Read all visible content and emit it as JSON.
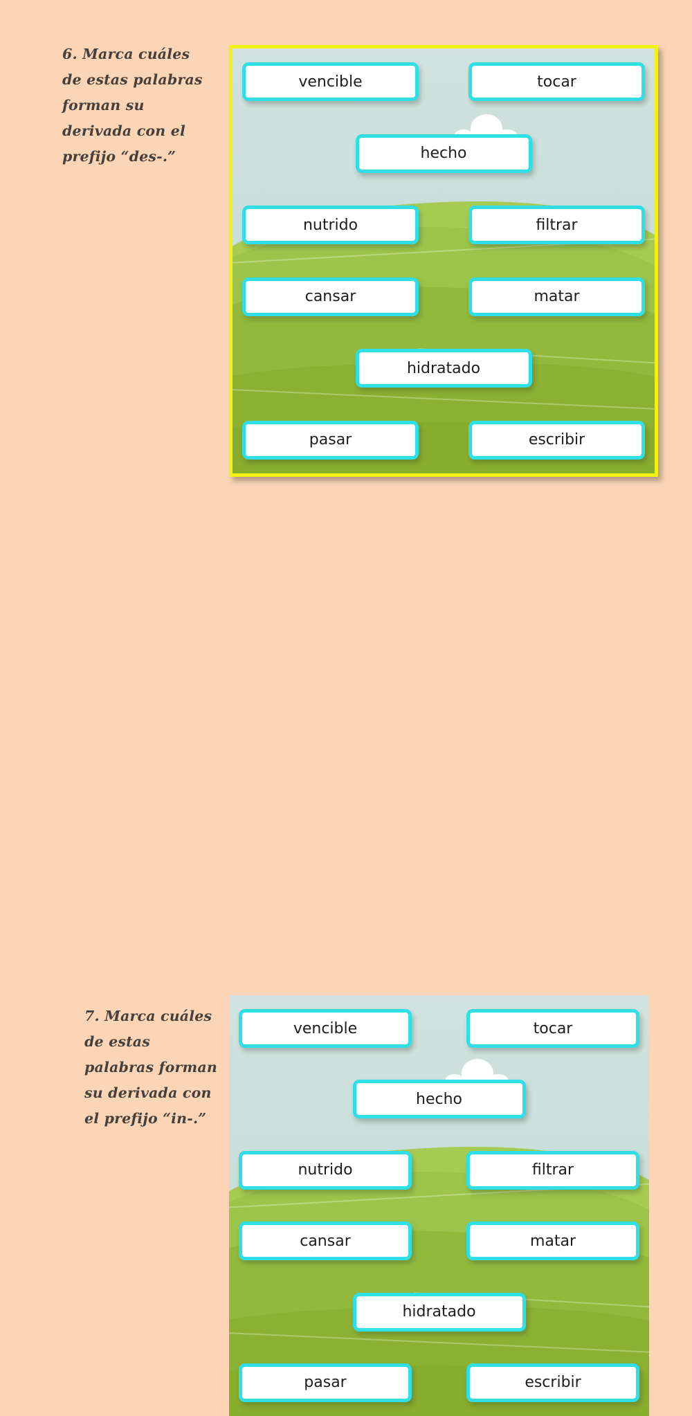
{
  "page": {
    "background_color": "#fbd5b5",
    "text_color": "#46403c"
  },
  "exercises": [
    {
      "number": "6",
      "prompt_lines": [
        "6. Marca cuáles",
        "de estas palabras",
        "forman su",
        "derivada con el",
        "prefijo “des-.”"
      ],
      "prompt_full": "6. Marca cuáles de estas palabras forman su derivada con el prefijo “des-.”",
      "panel": {
        "has_yellow_border": true,
        "border_color": "#f2f016",
        "sky_color": "#cfe0dc",
        "grass_color": "#9cc44a",
        "card_border_color": "#2fdfe8",
        "card_fill_color": "#ffffff"
      },
      "rows": [
        [
          "vencible",
          "tocar"
        ],
        [
          "hecho"
        ],
        [
          "nutrido",
          "filtrar"
        ],
        [
          "cansar",
          "matar"
        ],
        [
          "hidratado"
        ],
        [
          "pasar",
          "escribir"
        ]
      ]
    },
    {
      "number": "7",
      "prompt_lines": [
        "7. Marca cuáles",
        "de estas",
        "palabras forman",
        "su derivada con",
        "el prefijo “in-.”"
      ],
      "prompt_full": "7. Marca cuáles de estas palabras forman su derivada con el prefijo “in-.”",
      "panel": {
        "has_yellow_border": false,
        "border_color": "none",
        "sky_color": "#cfe0dc",
        "grass_color": "#9cc44a",
        "card_border_color": "#2fdfe8",
        "card_fill_color": "#ffffff"
      },
      "rows": [
        [
          "vencible",
          "tocar"
        ],
        [
          "hecho"
        ],
        [
          "nutrido",
          "filtrar"
        ],
        [
          "cansar",
          "matar"
        ],
        [
          "hidratado"
        ],
        [
          "pasar",
          "escribir"
        ]
      ]
    }
  ]
}
